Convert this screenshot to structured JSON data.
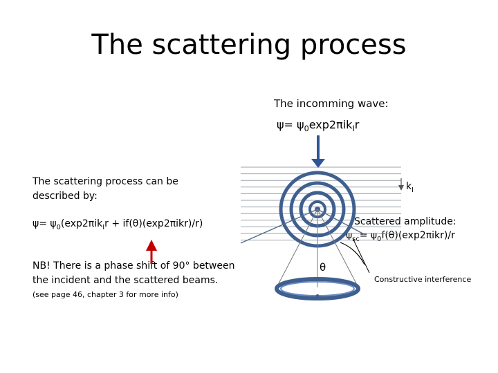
{
  "title": "The scattering process",
  "incoming": {
    "label": "The incomming wave:",
    "formula_main": "ψ= ψ",
    "formula_sub0": "0",
    "formula_mid": "exp2πik",
    "formula_subI": "I",
    "formula_end": "r"
  },
  "description": {
    "line1": "The scattering process can be",
    "line2": "described by:"
  },
  "main_formula": {
    "part1": "ψ= ψ",
    "sub0": "0",
    "part2": "(exp2πik",
    "subI": "I",
    "part3": "r + if(θ)(exp2πikr)/r)"
  },
  "note": {
    "line1": "NB! There is a phase shift of 90° between",
    "line2": "the incident and the scattered beams."
  },
  "reference": "(see page 46, chapter 3 for more info)",
  "scattered": {
    "label": "Scattered amplitude:",
    "part1": "ψ",
    "sub_sc": "sc",
    "part2": "= ψ",
    "sub0": "0",
    "part3": "f(θ)(exp2πikr)/r"
  },
  "k_label": "k",
  "k_sub": "I",
  "theta": "θ",
  "constructive": "Constructive interference",
  "colors": {
    "arrow_blue": "#2f5597",
    "circle_outer": "#3f5f8f",
    "circle_inner": "#4a76b8",
    "red_arrow": "#c00000",
    "wave_lines": "#9aa3ad"
  }
}
